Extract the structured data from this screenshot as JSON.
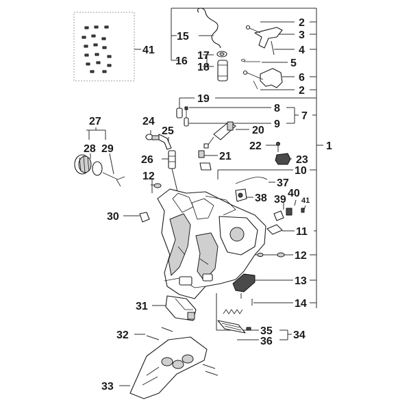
{
  "callouts": {
    "c1": "1",
    "c2a": "2",
    "c2b": "2",
    "c3": "3",
    "c4": "4",
    "c5": "5",
    "c6": "6",
    "c7": "7",
    "c8": "8",
    "c9": "9",
    "c10": "10",
    "c11": "11",
    "c12a": "12",
    "c12b": "12",
    "c13": "13",
    "c14": "14",
    "c15": "15",
    "c16": "16",
    "c17": "17",
    "c18": "18",
    "c19": "19",
    "c20": "20",
    "c21": "21",
    "c22": "22",
    "c23": "23",
    "c24": "24",
    "c25": "25",
    "c26": "26",
    "c27": "27",
    "c28": "28",
    "c29": "29",
    "c30": "30",
    "c31": "31",
    "c32": "32",
    "c33": "33",
    "c34": "34",
    "c35": "35",
    "c36": "36",
    "c37": "37",
    "c38": "38",
    "c39": "39",
    "c40": "40",
    "c41a": "41",
    "c41b": "41"
  }
}
